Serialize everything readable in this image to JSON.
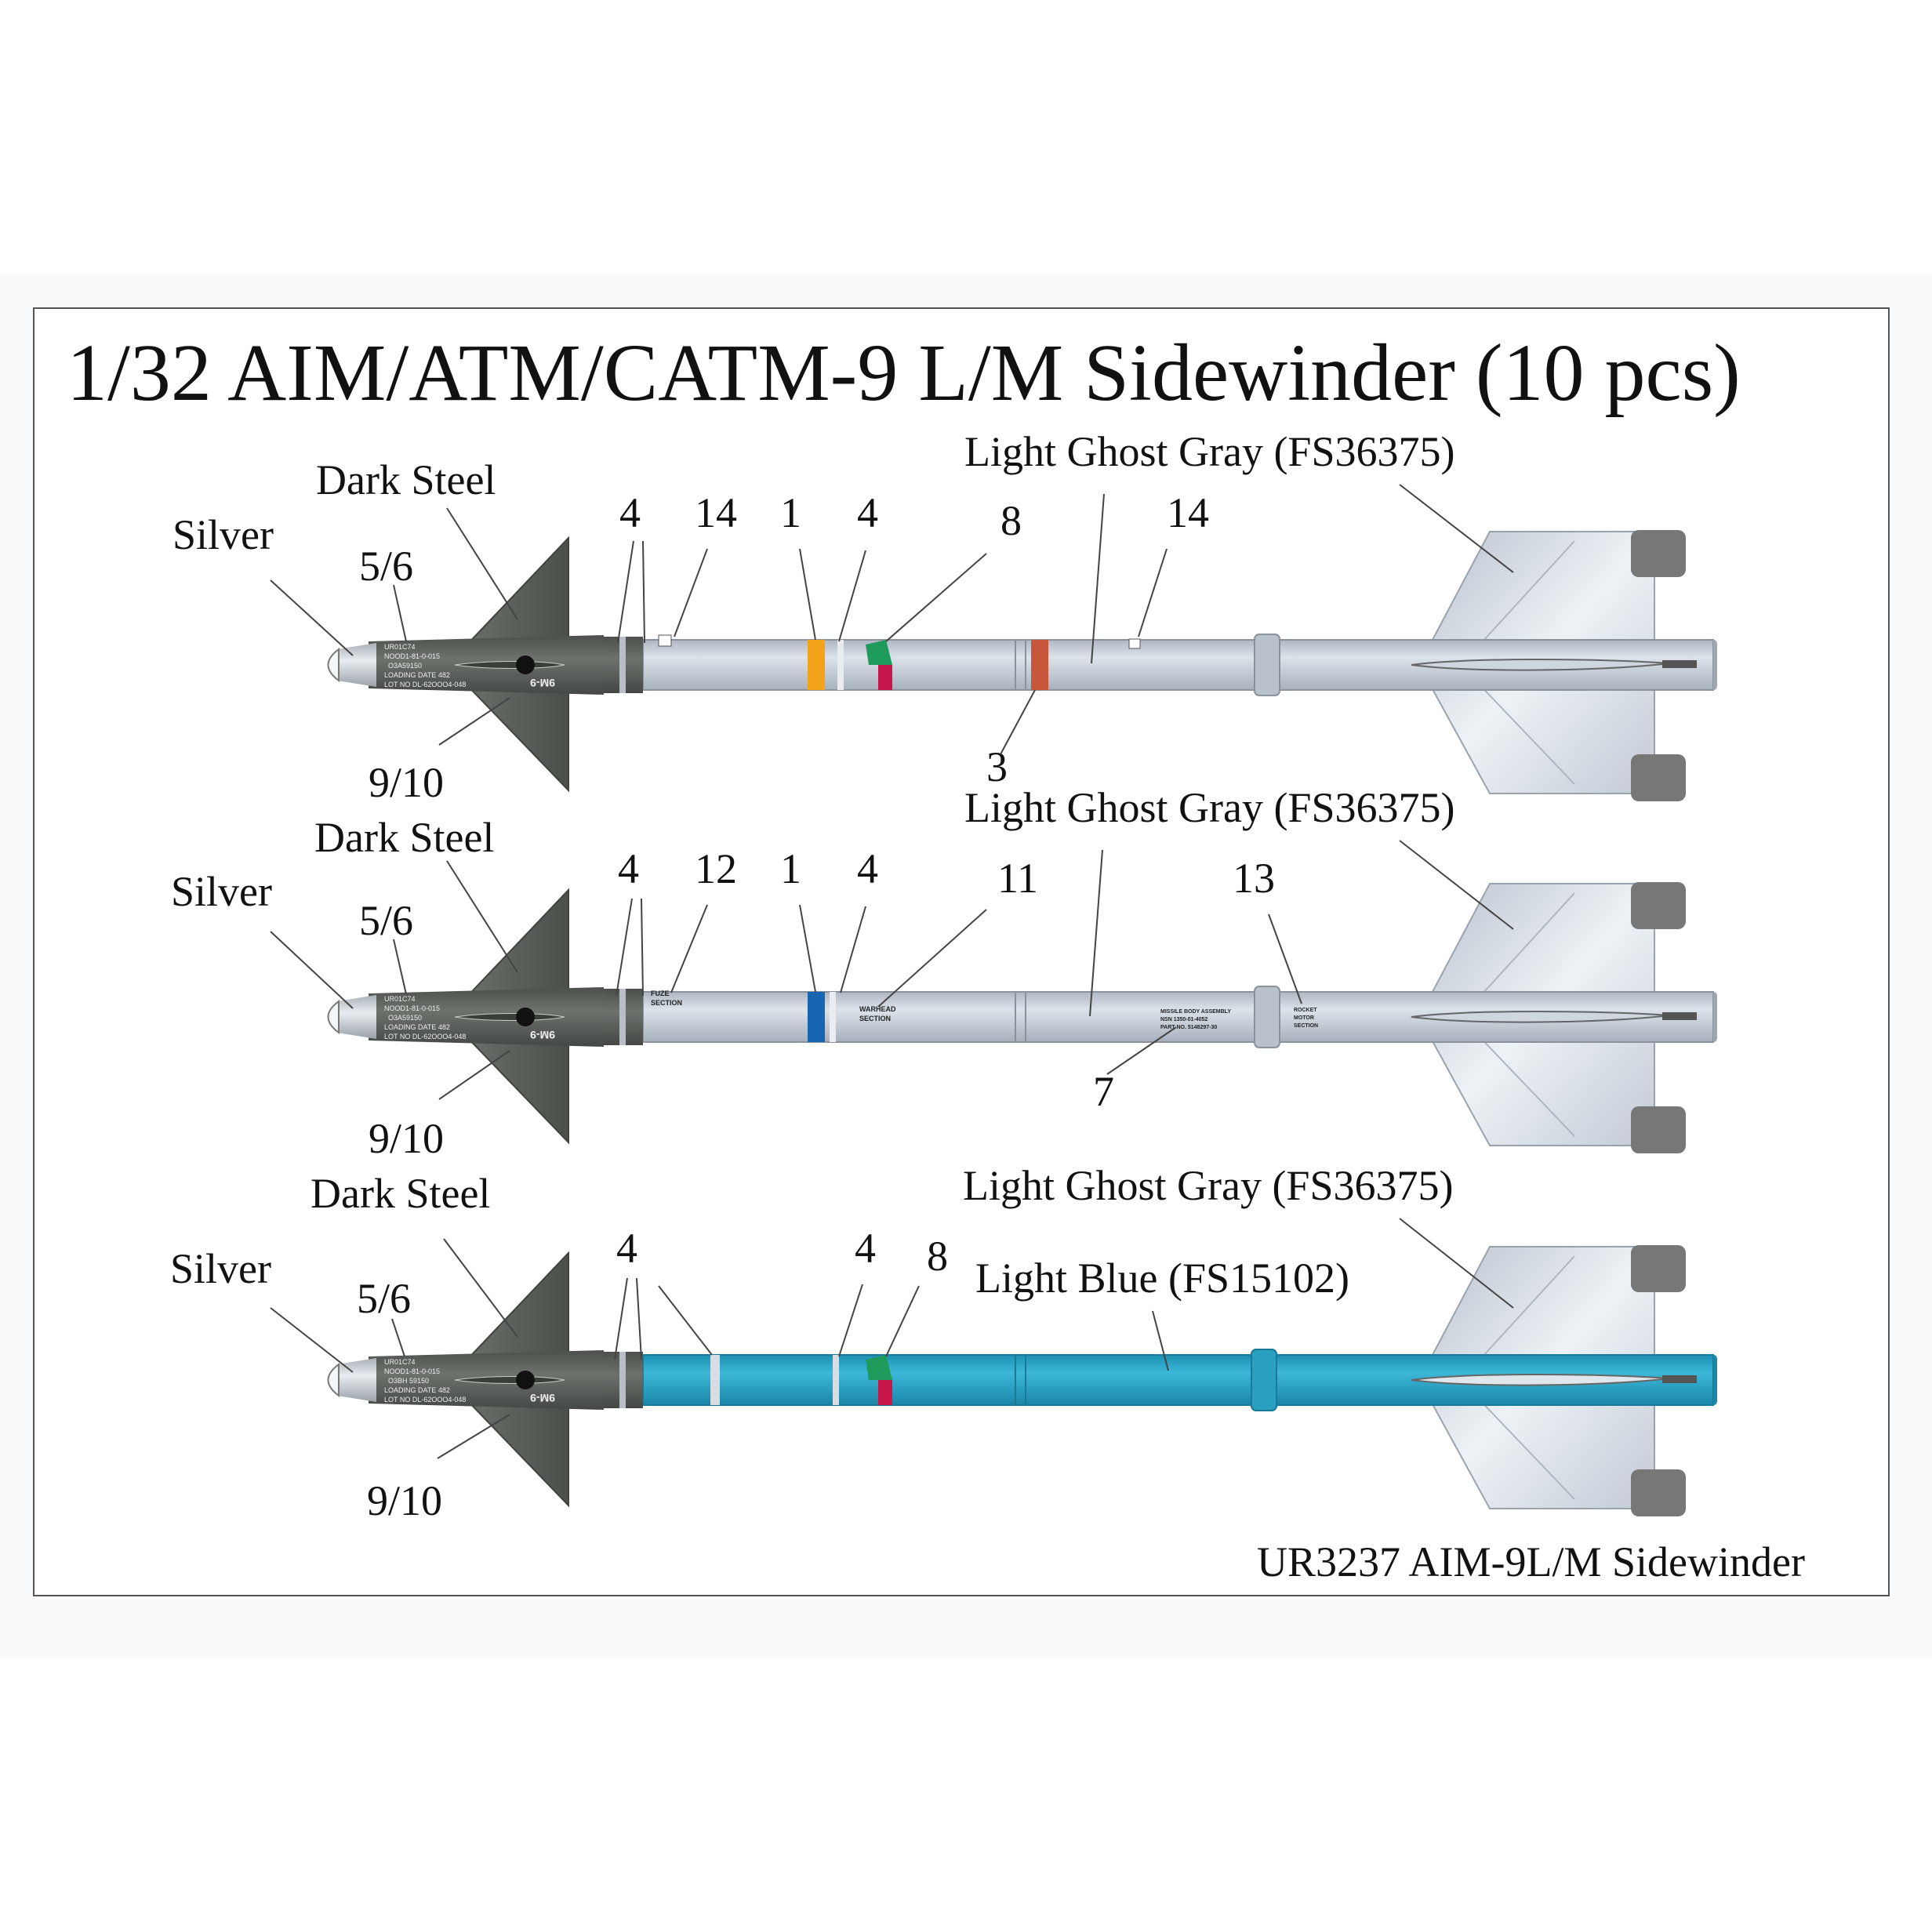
{
  "title": "1/32 AIM/ATM/CATM-9 L/M Sidewinder (10 pcs)",
  "footer": "UR3237 AIM-9L/M Sidewinder",
  "colors": {
    "light_ghost_gray": "#c4ccd8",
    "dark_steel": "#5a5f5a",
    "silver": "#c9ced4",
    "light_blue": "#2aa7c9",
    "yellow_band": "#f2a31a",
    "brown_band": "#c8563a",
    "blue_band": "#1565b0",
    "green_marking": "#1e9b5a",
    "red_marking": "#c8174a"
  },
  "missiles": [
    {
      "labels": {
        "silver": "Silver",
        "dark_steel": "Dark Steel",
        "body_color": "Light Ghost Gray (FS36375)",
        "decal_5_6": "5/6",
        "decal_9_10": "9/10"
      },
      "callouts": [
        "4",
        "14",
        "1",
        "4",
        "8",
        "14",
        "3"
      ],
      "seeker_stencil": [
        "UR01C74",
        "NOOD1-81-0-015",
        "O3A59150",
        "LOADING DATE 482",
        "LOT NO DL-62OOO4-048"
      ],
      "fin_text": "9M-9"
    },
    {
      "labels": {
        "silver": "Silver",
        "dark_steel": "Dark Steel",
        "body_color": "Light Ghost Gray (FS36375)",
        "decal_5_6": "5/6",
        "decal_9_10": "9/10"
      },
      "callouts": [
        "4",
        "12",
        "1",
        "4",
        "11",
        "13",
        "7"
      ],
      "seeker_stencil": [
        "UR01C74",
        "NOOD1-81-0-015",
        "O3A59150",
        "LOADING DATE 482",
        "LOT NO DL-62OOO4-048"
      ],
      "fin_text": "9M-9",
      "stencils": {
        "fuze": [
          "FUZE",
          "SECTION"
        ],
        "warhead": [
          "WARHEAD",
          "SECTION"
        ],
        "body": [
          "MISSILE BODY ASSEMBLY",
          "NSN 1350-01-4052",
          "PART NO. 5148297-30"
        ],
        "motor": [
          "ROCKET",
          "MOTOR",
          "SECTION"
        ]
      }
    },
    {
      "labels": {
        "silver": "Silver",
        "dark_steel": "Dark Steel",
        "body_color": "Light Ghost Gray (FS36375)",
        "decal_5_6": "5/6",
        "decal_9_10": "9/10",
        "light_blue": "Light Blue (FS15102)"
      },
      "callouts": [
        "4",
        "4",
        "8"
      ],
      "seeker_stencil": [
        "UR01C74",
        "NOOD1-81-0-015",
        "O3BH 59150",
        "LOADING DATE 482",
        "LOT NO DL-62OOO4-048"
      ],
      "fin_text": "9M-9"
    }
  ]
}
